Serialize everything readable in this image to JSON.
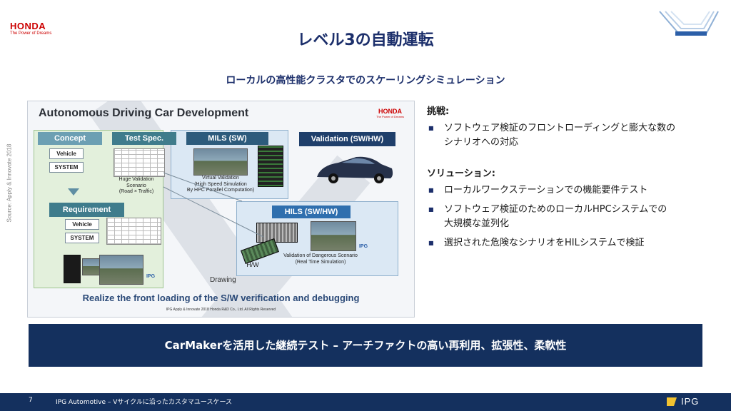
{
  "header": {
    "logo_word": "HONDA",
    "logo_tagline": "The Power of Dreams",
    "title": "レベル3の自動運転",
    "subtitle": "ローカルの高性能クラスタでのスケーリングシミュレーション"
  },
  "diagram": {
    "title": "Autonomous Driving Car Development",
    "logo_word": "HONDA",
    "logo_tagline": "The Power of Dreams",
    "concept": "Concept",
    "test_spec": "Test Spec.",
    "mils": "MILS (SW)",
    "validation": "Validation (SW/HW)",
    "requirement": "Requirement",
    "hils": "HILS (SW/HW)",
    "vehicle": "Vehicle",
    "system": "SYSTEM",
    "huge_validation": [
      "Huge Validation",
      "Scenario",
      "(Road × Traffic)"
    ],
    "virtual_validation": [
      "Virtual Validation",
      "(High Speed Simulation",
      "By HPC Parallel Computation)"
    ],
    "hils_validation": [
      "Validation of  Dangerous Scenario",
      "(Real Time Simulation)"
    ],
    "hw_label": "H/W",
    "drawing_label": "Drawing",
    "ipg_label": "IPG",
    "banner": "Realize the front loading of the S/W verification and debugging",
    "footer": "IPG Apply & Innovate 2018    Honda R&D Co., Ltd.  All Rights Reserved",
    "source": "Source: Apply & Innovate 2018"
  },
  "challenge": {
    "title": "挑戦:",
    "bullets": [
      [
        "ソフトウェア検証のフロントローディングと膨大な数の",
        "シナリオへの対応"
      ]
    ]
  },
  "solution": {
    "title": "ソリューション:",
    "bullets": [
      [
        "ローカルワークステーションでの機能要件テスト"
      ],
      [
        "ソフトウェア検証のためのローカルHPCシステムでの",
        "大規模な並列化"
      ],
      [
        "選択された危険なシナリオをHILシステムで検証"
      ]
    ]
  },
  "callout": "CarMakerを活用した継続テスト – アーチファクトの高い再利用、拡張性、柔軟性",
  "footer": {
    "page_number": "7",
    "label": "IPG Automotive – Vサイクルに沿ったカスタマユースケース",
    "logo_text": "IPG"
  },
  "colors": {
    "navy": "#14305e",
    "title": "#1c2f6b",
    "honda_red": "#cc0000"
  }
}
